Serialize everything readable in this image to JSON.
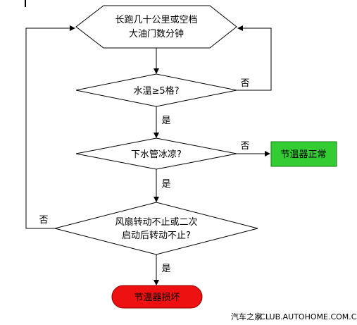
{
  "colors": {
    "stroke": "#000000",
    "background": "#ffffff",
    "ok_fill": "#33cc33",
    "ok_stroke": "#1a7a1a",
    "bad_fill": "#ee1111",
    "bad_stroke": "#880000"
  },
  "nodes": {
    "start": {
      "line1": "长跑几十公里或空档",
      "line2": "大油门数分钟"
    },
    "water_temp": {
      "label": "水温≥5格?"
    },
    "lower_pipe": {
      "label": "下水管冰凉?"
    },
    "fan": {
      "line1": "风扇转动不止或二次",
      "line2": "启动后转动不止?"
    },
    "thermostat_ok": {
      "label": "节温器正常"
    },
    "thermostat_bad": {
      "label": "节温器损坏"
    }
  },
  "edges": {
    "water_temp_yes": "是",
    "water_temp_no": "否",
    "lower_pipe_yes": "是",
    "lower_pipe_no": "否",
    "fan_yes": "是",
    "fan_no": "否"
  },
  "footer": {
    "brand": "汽车之家",
    "url": "CLUB.AUTOHOME.COM.CN"
  }
}
